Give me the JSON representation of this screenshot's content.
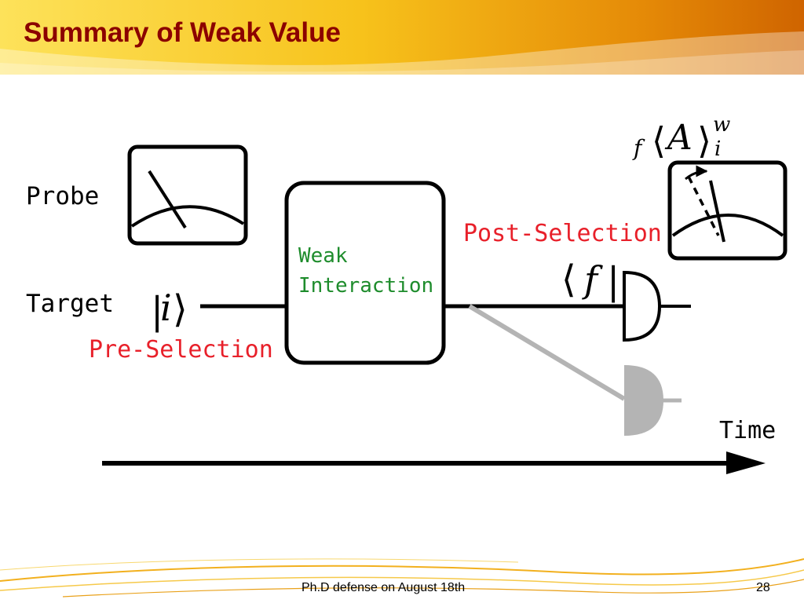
{
  "slide": {
    "title": "Summary of Weak Value"
  },
  "diagram": {
    "probe_label": "Probe",
    "target_label": "Target",
    "pre_selection_label": "Pre-Selection",
    "post_selection_label": "Post-Selection",
    "interaction_label_line1": "Weak",
    "interaction_label_line2": "Interaction",
    "time_label": "Time",
    "initial_state": {
      "left": "|",
      "symbol": "i",
      "right": "⟩"
    },
    "final_state": {
      "left": "⟨",
      "symbol": "f",
      "right": "|"
    },
    "weak_value": {
      "prefix": "f",
      "left": "⟨",
      "symbol": "A",
      "right": "⟩",
      "sup": "w",
      "sub": "i"
    },
    "colors": {
      "pre_post_selection": "#e8202a",
      "interaction_text": "#1e8c2c",
      "rejected_path": "#b4b4b4",
      "title": "#8b0000",
      "header_gradient_start": "#fcd93a",
      "header_gradient_end": "#d86f00"
    }
  },
  "footer": {
    "text": "Ph.D defense on August 18th",
    "page_number": "28"
  }
}
